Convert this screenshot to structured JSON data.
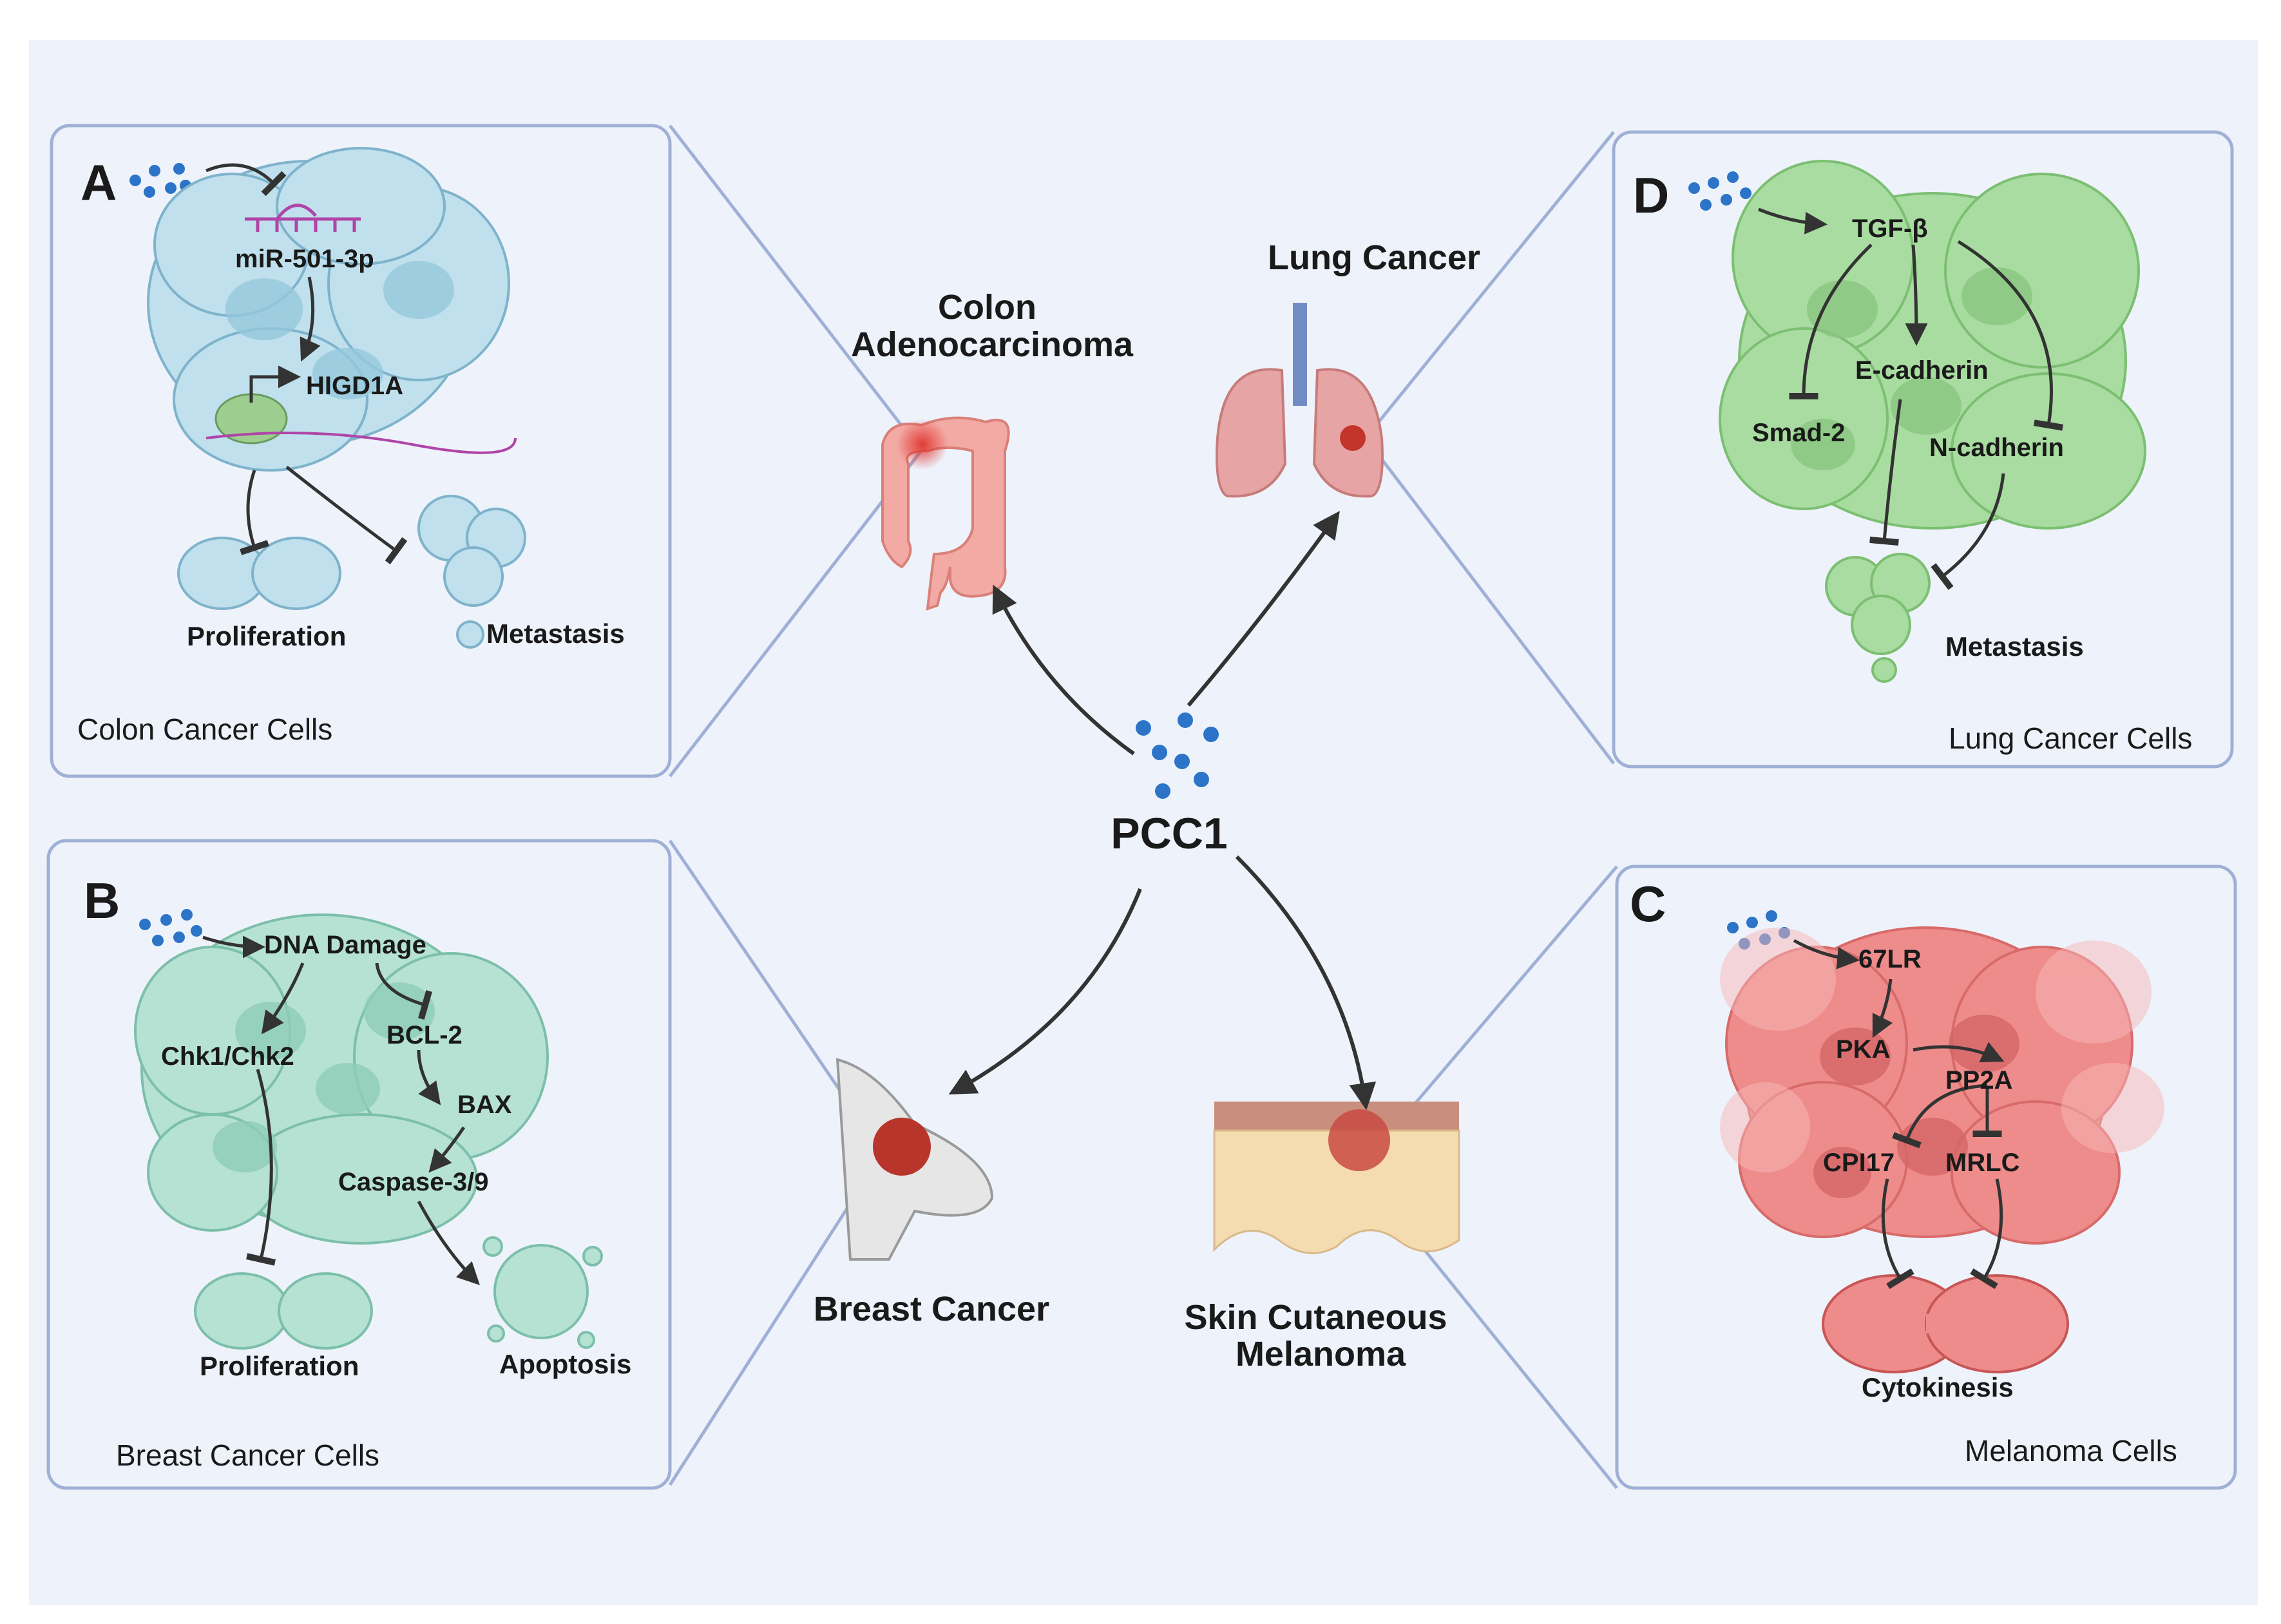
{
  "center": {
    "label": "PCC1"
  },
  "organs": {
    "colon": "Colon Adenocarcinoma",
    "lung": "Lung Cancer",
    "breast": "Breast Cancer",
    "skin": "Skin Cutaneous Melanoma"
  },
  "panel_a": {
    "letter": "A",
    "caption": "Colon Cancer Cells",
    "nodes": [
      "miR-501-3p",
      "HIGD1A",
      "Proliferation",
      "Metastasis"
    ]
  },
  "panel_b": {
    "letter": "B",
    "caption": "Breast Cancer Cells",
    "nodes": [
      "DNA Damage",
      "Chk1/Chk2",
      "BCL-2",
      "BAX",
      "Caspase-3/9",
      "Proliferation",
      "Apoptosis"
    ]
  },
  "panel_c": {
    "letter": "C",
    "caption": "Melanoma Cells",
    "nodes": [
      "67LR",
      "PKA",
      "PP2A",
      "CPI17",
      "MRLC",
      "Cytokinesis"
    ]
  },
  "panel_d": {
    "letter": "D",
    "caption": "Lung Cancer Cells",
    "nodes": [
      "TGF-β",
      "E-cadherin",
      "Smad-2",
      "N-cadherin",
      "Metastasis"
    ]
  },
  "colors": {
    "background": "#eef3fb",
    "panel_border": "#9fb0d6",
    "colon_cells": "#bfe0ec",
    "breast_cells": "#b6e2d3",
    "melanoma_cells": "#ee8c8c",
    "lung_cells": "#a9dca1",
    "dots": "#2b74c8"
  }
}
